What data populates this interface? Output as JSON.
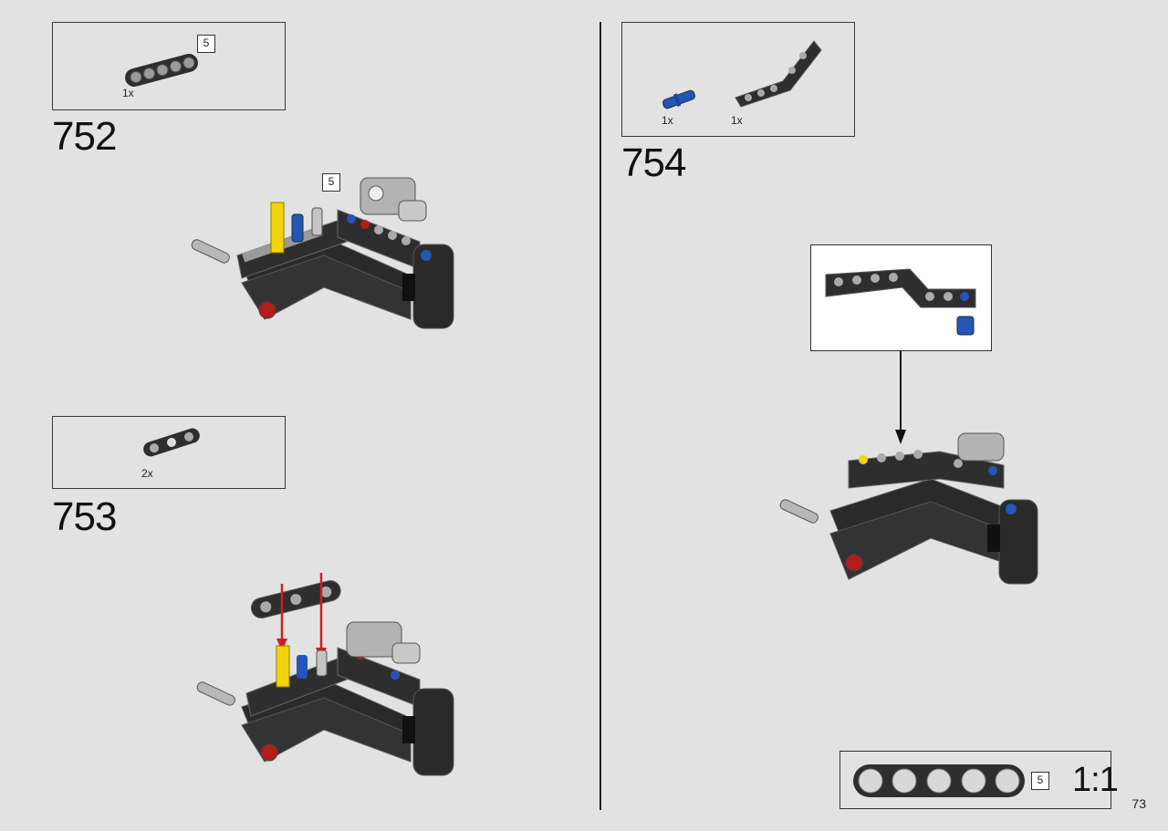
{
  "page": {
    "number": "73"
  },
  "steps": [
    {
      "number": "752",
      "parts": [
        {
          "qty": "1x",
          "length": "5"
        }
      ],
      "model_length_badge": "5"
    },
    {
      "number": "753",
      "parts": [
        {
          "qty": "2x"
        }
      ]
    },
    {
      "number": "754",
      "parts": [
        {
          "qty": "1x"
        },
        {
          "qty": "1x"
        }
      ]
    }
  ],
  "scale_box": {
    "length": "5",
    "ratio": "1:1"
  }
}
